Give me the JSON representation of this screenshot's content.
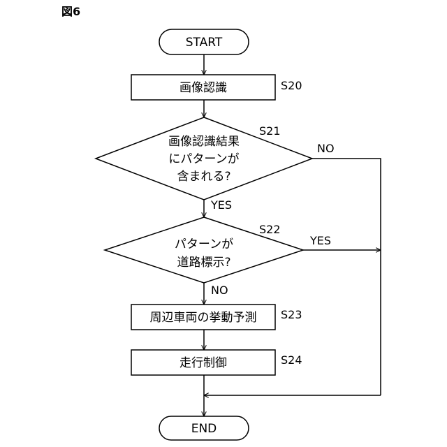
{
  "figure_label": "図6",
  "nodes": {
    "start": "START",
    "s20": {
      "text": "画像認識",
      "step": "S20"
    },
    "s21": {
      "lines": [
        "画像認識結果",
        "にパターンが",
        "含まれる?"
      ],
      "step": "S21"
    },
    "s22": {
      "lines": [
        "パターンが",
        "道路標示?"
      ],
      "step": "S22"
    },
    "s23": {
      "text": "周辺車両の挙動予測",
      "step": "S23"
    },
    "s24": {
      "text": "走行制御",
      "step": "S24"
    },
    "end": "END"
  },
  "edge_labels": {
    "s21_yes": "YES",
    "s21_no": "NO",
    "s22_yes": "YES",
    "s22_no": "NO"
  }
}
